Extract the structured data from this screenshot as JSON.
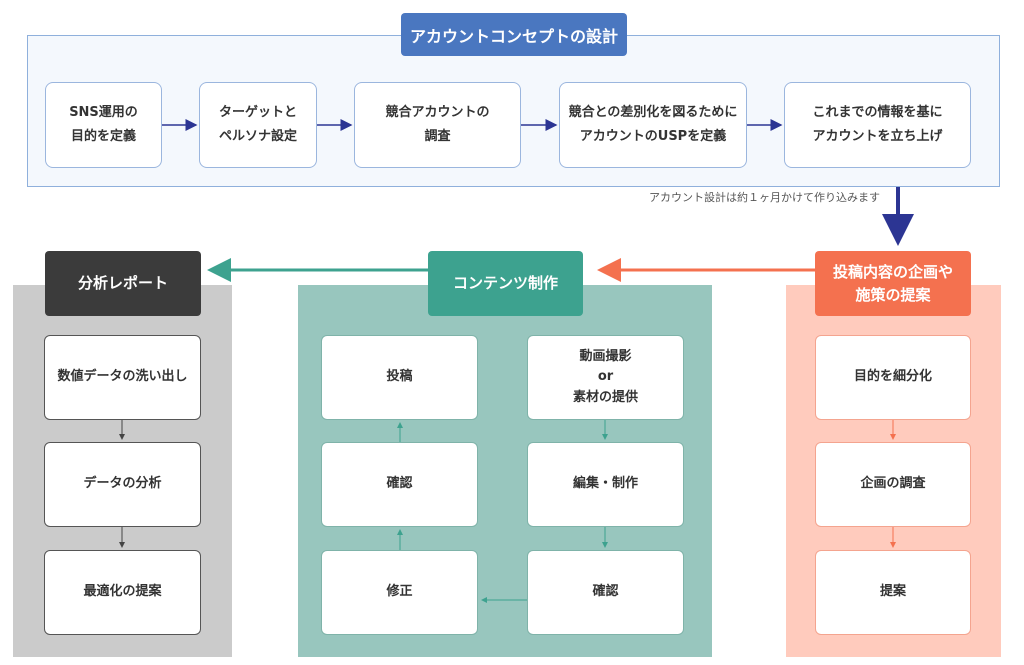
{
  "concept": {
    "title": "アカウントコンセプトの設計",
    "steps": [
      "SNS運用の\n目的を定義",
      "ターゲットと\nペルソナ設定",
      "競合アカウントの\n調査",
      "競合との差別化を図るために\nアカウントのUSPを定義",
      "これまでの情報を基に\nアカウントを立ち上げ"
    ],
    "note": "アカウント設計は約１ヶ月かけて作り込みます"
  },
  "columns": {
    "report": {
      "title": "分析レポート",
      "items": [
        "数値データの洗い出し",
        "データの分析",
        "最適化の提案"
      ]
    },
    "content": {
      "title": "コンテンツ制作",
      "left_items": [
        "投稿",
        "確認",
        "修正"
      ],
      "right_items": [
        "動画撮影\nor\n素材の提供",
        "編集・制作",
        "確認"
      ]
    },
    "plan": {
      "title": "投稿内容の企画や\n施策の提案",
      "items": [
        "目的を細分化",
        "企画の調査",
        "提案"
      ]
    }
  },
  "colors": {
    "concept_accent": "#4a77c0",
    "report_accent": "#3b3b3b",
    "content_accent": "#3da28f",
    "plan_accent": "#f4714f",
    "flow_arrow": "#2c3593"
  }
}
